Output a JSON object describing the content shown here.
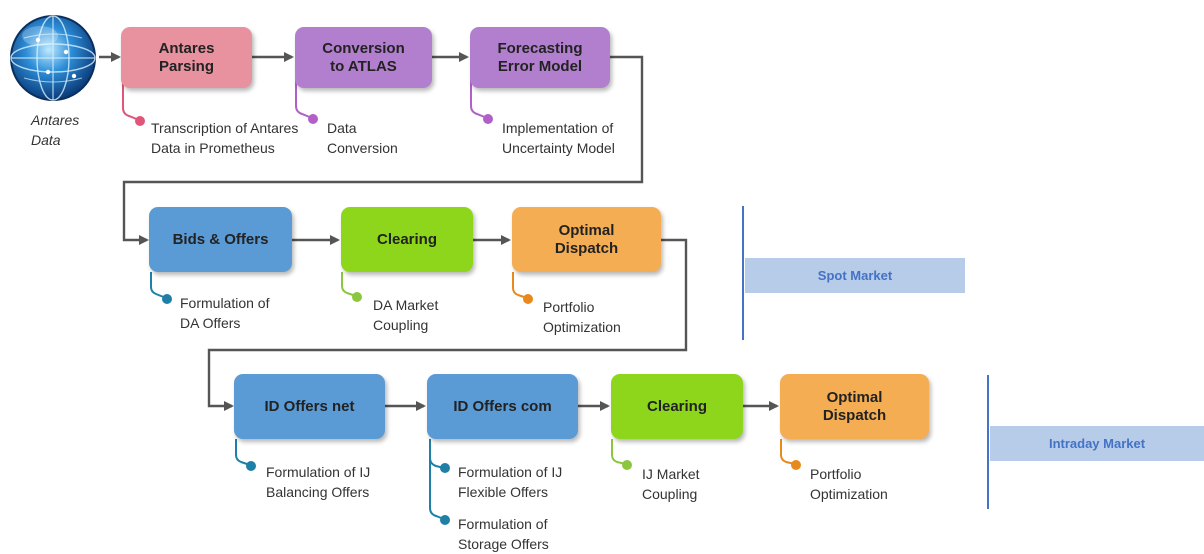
{
  "colors": {
    "pink": "#e8919f",
    "purple": "#b27fcf",
    "blue": "#5b9bd5",
    "green": "#8ed61c",
    "orange": "#f4ad52",
    "connector": "#555555",
    "market_band": "#b6cce9",
    "market_text": "#4472c4"
  },
  "source": {
    "icon": "globe-icon",
    "label": "Antares\nData"
  },
  "row1": {
    "boxes": [
      {
        "label": "Antares\nParsing",
        "color": "pink"
      },
      {
        "label": "Conversion\nto ATLAS",
        "color": "purple"
      },
      {
        "label": "Forecasting\nError Model",
        "color": "purple"
      }
    ],
    "notes": [
      {
        "text": "Transcription of Antares\nData in  Prometheus",
        "dot": "#e0567a"
      },
      {
        "text": "Data\nConversion",
        "dot": "#b060c8"
      },
      {
        "text": "Implementation of\nUncertainty Model",
        "dot": "#b060c8"
      }
    ]
  },
  "row2": {
    "boxes": [
      {
        "label": "Bids & Offers",
        "color": "blue"
      },
      {
        "label": "Clearing",
        "color": "green"
      },
      {
        "label": "Optimal\nDispatch",
        "color": "orange"
      }
    ],
    "notes": [
      {
        "text": "Formulation of\nDA Offers",
        "dot": "#1f7fa6"
      },
      {
        "text": "DA Market\nCoupling",
        "dot": "#8cc63f"
      },
      {
        "text": "Portfolio\nOptimization",
        "dot": "#e8891c"
      }
    ],
    "market": "Spot Market"
  },
  "row3": {
    "boxes": [
      {
        "label": "ID Offers net",
        "color": "blue"
      },
      {
        "label": "ID Offers com",
        "color": "blue"
      },
      {
        "label": "Clearing",
        "color": "green"
      },
      {
        "label": "Optimal\nDispatch",
        "color": "orange"
      }
    ],
    "notes": [
      {
        "text": "Formulation of IJ\nBalancing Offers",
        "dot": "#1f7fa6"
      },
      {
        "text": "Formulation of IJ\nFlexible Offers",
        "dot": "#1f7fa6"
      },
      {
        "text": "Formulation of\nStorage Offers",
        "dot": "#1f7fa6"
      },
      {
        "text": "IJ Market\nCoupling",
        "dot": "#8cc63f"
      },
      {
        "text": "Portfolio\nOptimization",
        "dot": "#e8891c"
      }
    ],
    "market": "Intraday Market"
  }
}
